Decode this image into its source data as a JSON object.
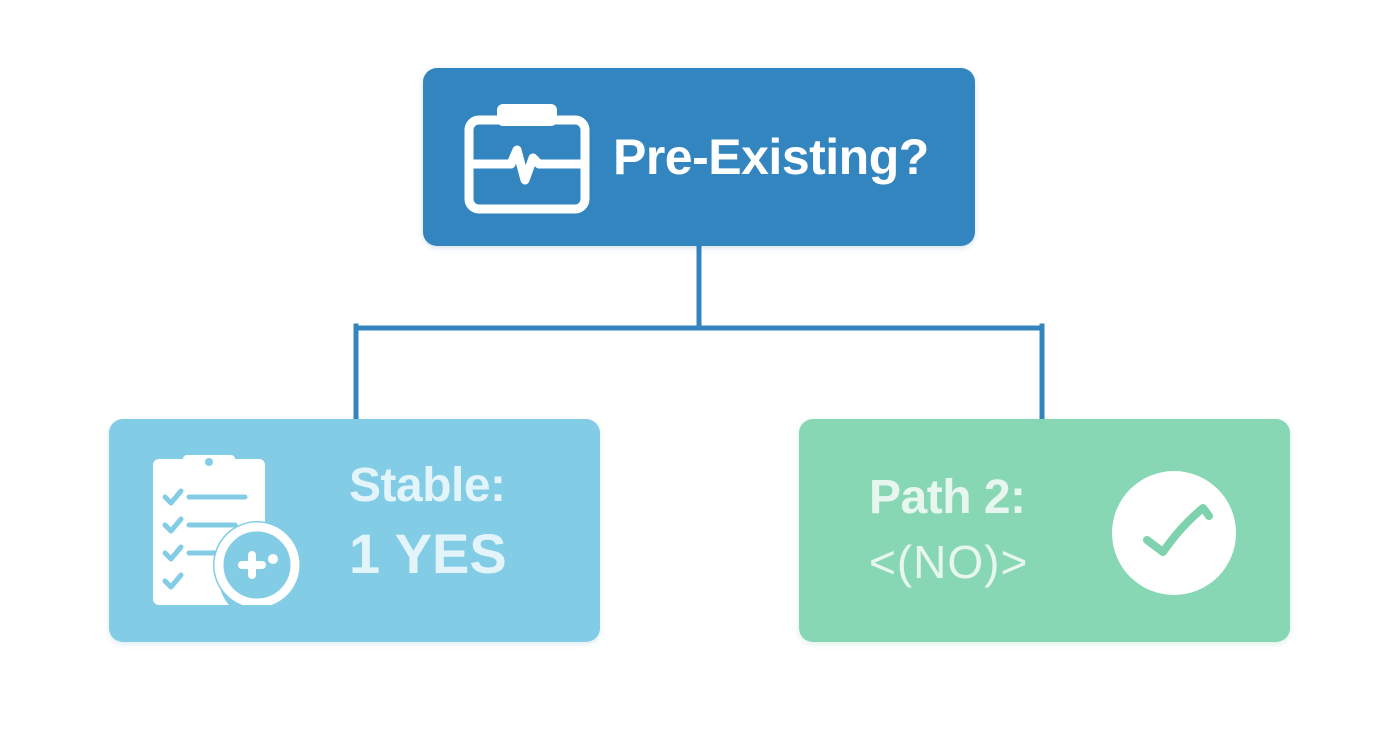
{
  "colors": {
    "root_fill": "#3385BF",
    "left_fill": "#82CCE6",
    "right_fill": "#88D7B4",
    "connector": "#3484BE",
    "icon_white": "#FFFFFF",
    "check_green": "#7ED3AE"
  },
  "diagram": {
    "root": {
      "label": "Pre-Existing?",
      "icon": "medical-case-heartbeat-icon"
    },
    "left": {
      "line1": "Stable:",
      "line2": "1 YES",
      "icon": "clipboard-checklist-plus-icon"
    },
    "right": {
      "line1": "Path 2:",
      "line2": "<(NO)>",
      "icon": "check-circle-icon"
    }
  }
}
